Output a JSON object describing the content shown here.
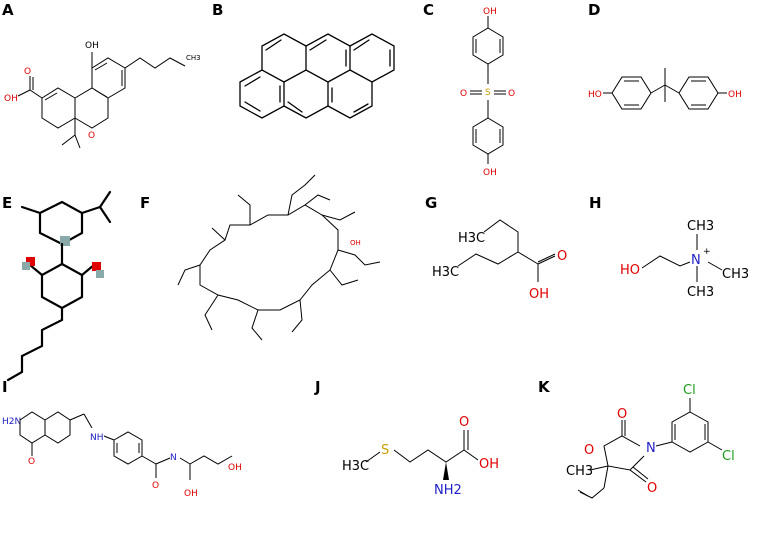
{
  "panels": {
    "A": {
      "label": "A",
      "atoms": {
        "oh": "OH",
        "cooh": "OH",
        "o_ring": "O",
        "o_carbonyl": "O",
        "ch3": "CH3"
      }
    },
    "B": {
      "label": "B"
    },
    "C": {
      "label": "C",
      "atoms": {
        "oh_top": "OH",
        "s": "S",
        "o_left": "O",
        "o_right": "O",
        "oh_bottom": "OH"
      }
    },
    "D": {
      "label": "D",
      "atoms": {
        "ho": "HO",
        "oh": "OH"
      }
    },
    "E": {
      "label": "E"
    },
    "F": {
      "label": "F",
      "atoms": {
        "oh": "OH"
      }
    },
    "G": {
      "label": "G",
      "atoms": {
        "ch3_top": "H3C",
        "ch3_left": "H3C",
        "o": "O",
        "oh": "OH"
      }
    },
    "H": {
      "label": "H",
      "atoms": {
        "ho": "HO",
        "n": "N",
        "charge": "+",
        "ch3_a": "CH3",
        "ch3_b": "CH3",
        "ch3_c": "CH3"
      }
    },
    "I": {
      "label": "I",
      "atoms": {
        "h2n": "H2N",
        "nh": "NH",
        "o": "O",
        "n": "N",
        "oh1": "OH",
        "oh2": "OH"
      }
    },
    "J": {
      "label": "J",
      "atoms": {
        "h3c": "H3C",
        "s": "S",
        "o": "O",
        "oh": "OH",
        "nh2": "NH2"
      }
    },
    "K": {
      "label": "K",
      "atoms": {
        "cl_top": "Cl",
        "cl_bottom": "Cl",
        "o_carbonyl1": "O",
        "o_ring": "O",
        "n": "N",
        "o_carbonyl2": "O",
        "ch3": "CH3"
      }
    }
  },
  "colors": {
    "oxygen": "#e00000",
    "nitrogen": "#2020c8",
    "chlorine": "#1a9e1a",
    "sulfur": "#c8a000",
    "bond": "#000000"
  }
}
